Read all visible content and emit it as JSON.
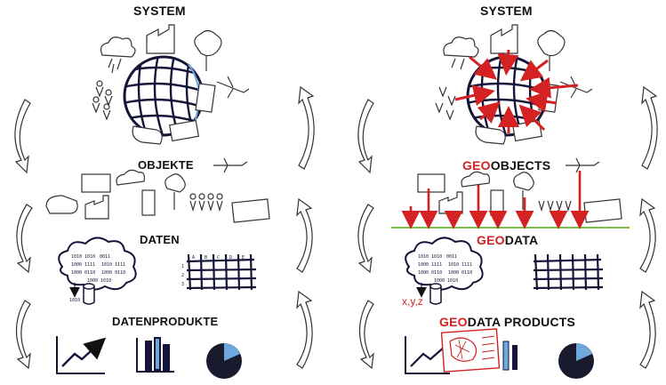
{
  "left": {
    "system": "SYSTEM",
    "objects": "OBJEKTE",
    "data": "DATEN",
    "products": "DATENPRODUKTE"
  },
  "right": {
    "system": "SYSTEM",
    "geo_prefix": "GEO",
    "objects_rest": "OBJECTS",
    "data_rest": "DATA",
    "products_rest": "DATA PRODUCTS",
    "coords": "x,y,z"
  },
  "colors": {
    "accent": "#d42121",
    "ground": "#7ac143",
    "ink": "#1b1b3a"
  }
}
